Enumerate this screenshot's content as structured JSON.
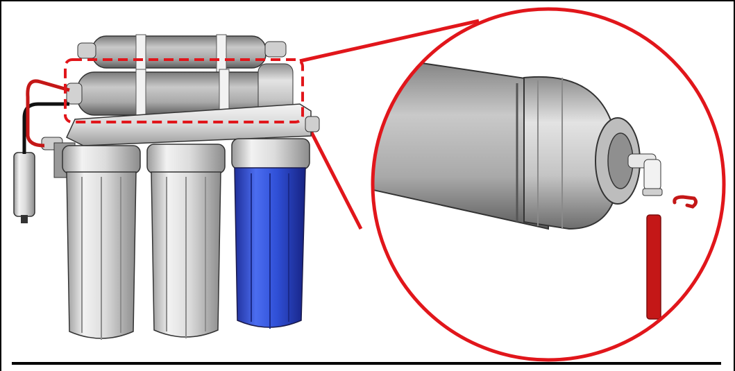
{
  "figure": {
    "subject": "water-filter-system",
    "colors": {
      "housing_white": "#e6e6e6",
      "housing_shade": "#b9b9b9",
      "housing_blue": "#2f4fd6",
      "highlight_red": "#e1161b",
      "tube_red": "#c41717",
      "tube_black": "#111111",
      "outline": "#222222"
    },
    "elements": {
      "main_unit": "reverse-osmosis-filter",
      "highlight": "membrane-housing-dashed-outline",
      "zoom": "magnified-membrane-cap",
      "parts": [
        "elbow-fitting",
        "locking-clip",
        "red-tube"
      ]
    }
  }
}
